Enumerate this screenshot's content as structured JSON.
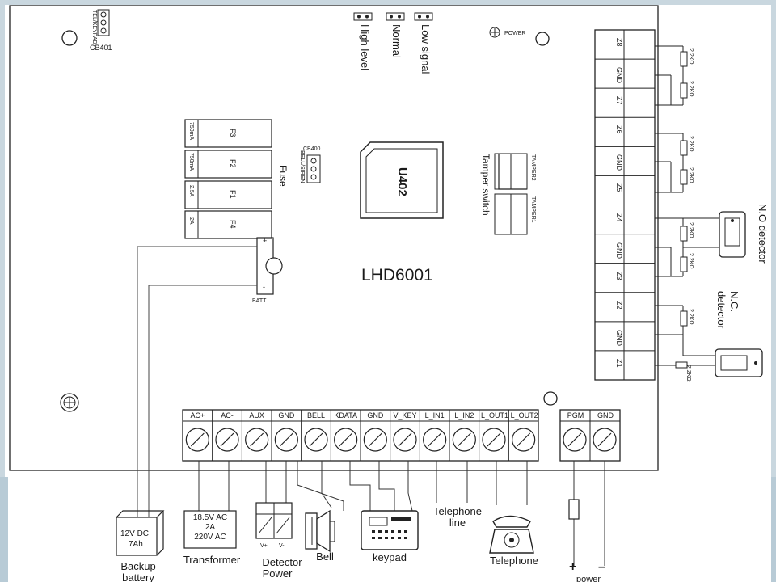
{
  "board": {
    "model": "LHD6001",
    "chip": "U402",
    "cb401": "CB401",
    "cb400": "CB400",
    "power": "POWER",
    "batt": "BATT",
    "batt_plus": "+",
    "batt_minus": "-",
    "jp_text": "TEL/KEYPAD",
    "cb400_text": "BELL/SIREN"
  },
  "signal_jumpers": [
    "High level",
    "Normal",
    "Low signal"
  ],
  "fuses": {
    "label": "Fuse",
    "items": [
      {
        "rating": "750mA",
        "name": "F3"
      },
      {
        "rating": "750mA",
        "name": "F2"
      },
      {
        "rating": "2.5A",
        "name": "F1"
      },
      {
        "rating": "2A",
        "name": "F4"
      }
    ]
  },
  "tamper": {
    "label": "Tamper switch",
    "items": [
      "TAMPER2",
      "TAMPER1"
    ]
  },
  "zone_terminals": [
    "Z8",
    "GND",
    "Z7",
    "Z6",
    "GND",
    "Z5",
    "Z4",
    "GND",
    "Z3",
    "Z2",
    "GND",
    "Z1"
  ],
  "resistor_value": "2.2KΩ",
  "resistor_value_alt": "2.2KΩ",
  "detectors": {
    "no_label": "N.O detector",
    "nc_label_1": "N.C.",
    "nc_label_2": "detector",
    "nc_resistor": "2.2KΩ"
  },
  "bottom_terminals": [
    "AC+",
    "AC-",
    "AUX",
    "GND",
    "BELL",
    "KDATA",
    "GND",
    "V_KEY",
    "L_IN1",
    "L_IN2",
    "L_OUT1",
    "L_OUT2"
  ],
  "pgm_terminals": [
    "PGM",
    "GND"
  ],
  "battery": {
    "line1": "12V DC",
    "line2": "7Ah",
    "caption1": "Backup",
    "caption2": "battery"
  },
  "transformer": {
    "line1": "18.5V AC",
    "line2": "2A",
    "line3": "220V AC",
    "caption": "Transformer"
  },
  "detector_power": {
    "plus": "V+",
    "minus": "V-",
    "caption1": "Detector",
    "caption2": "Power"
  },
  "bell": {
    "caption": "Bell"
  },
  "keypad": {
    "caption": "keypad"
  },
  "telephone_line": {
    "caption1": "Telephone",
    "caption2": "line"
  },
  "telephone": {
    "caption": "Telephone"
  },
  "power_out": {
    "plus": "+",
    "minus": "–",
    "caption": "power"
  }
}
